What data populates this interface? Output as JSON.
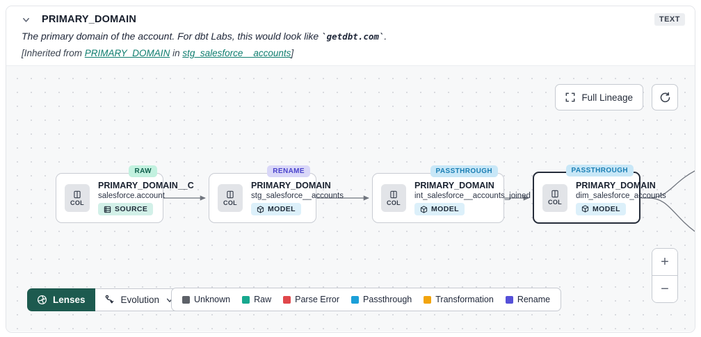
{
  "header": {
    "title": "PRIMARY_DOMAIN",
    "type_badge": "TEXT",
    "description_prefix": "The primary domain of the account. For dbt Labs, this would look like ",
    "description_code": "`getdbt.com`",
    "description_suffix": ".",
    "inherited_prefix": "[Inherited from ",
    "inherited_link_column": "PRIMARY_DOMAIN",
    "inherited_middle": " in ",
    "inherited_link_model": "stg_salesforce__accounts",
    "inherited_suffix": "]"
  },
  "toolbar": {
    "full_lineage_label": "Full Lineage"
  },
  "nodes": [
    {
      "tag": "RAW",
      "title": "PRIMARY_DOMAIN__C",
      "subtitle": "salesforce.account",
      "col_label": "COL",
      "badge": "SOURCE",
      "selected": false
    },
    {
      "tag": "RENAME",
      "title": "PRIMARY_DOMAIN",
      "subtitle": "stg_salesforce__accounts",
      "col_label": "COL",
      "badge": "MODEL",
      "selected": false
    },
    {
      "tag": "PASSTHROUGH",
      "title": "PRIMARY_DOMAIN",
      "subtitle": "int_salesforce__accounts_joined",
      "col_label": "COL",
      "badge": "MODEL",
      "selected": false
    },
    {
      "tag": "PASSTHROUGH",
      "title": "PRIMARY_DOMAIN",
      "subtitle": "dim_salesforce_accounts",
      "col_label": "COL",
      "badge": "MODEL",
      "selected": true
    }
  ],
  "lenses": {
    "button_label": "Lenses",
    "selected_lens": "Evolution"
  },
  "legend": {
    "items": [
      {
        "label": "Unknown",
        "color": "#5d6168"
      },
      {
        "label": "Raw",
        "color": "#17a88e"
      },
      {
        "label": "Parse Error",
        "color": "#e0474b"
      },
      {
        "label": "Passthrough",
        "color": "#1b9fd8"
      },
      {
        "label": "Transformation",
        "color": "#f2a40d"
      },
      {
        "label": "Rename",
        "color": "#5550d8"
      }
    ]
  },
  "zoom_controls": {
    "zoom_in": "+",
    "zoom_out": "−"
  },
  "colors": {
    "accent_teal": "#0e7d6e",
    "lenses_green": "#1d5a4f",
    "canvas_bg": "#f7f8f9",
    "edge": "#70757e",
    "selected_node_border": "#262d3a"
  }
}
